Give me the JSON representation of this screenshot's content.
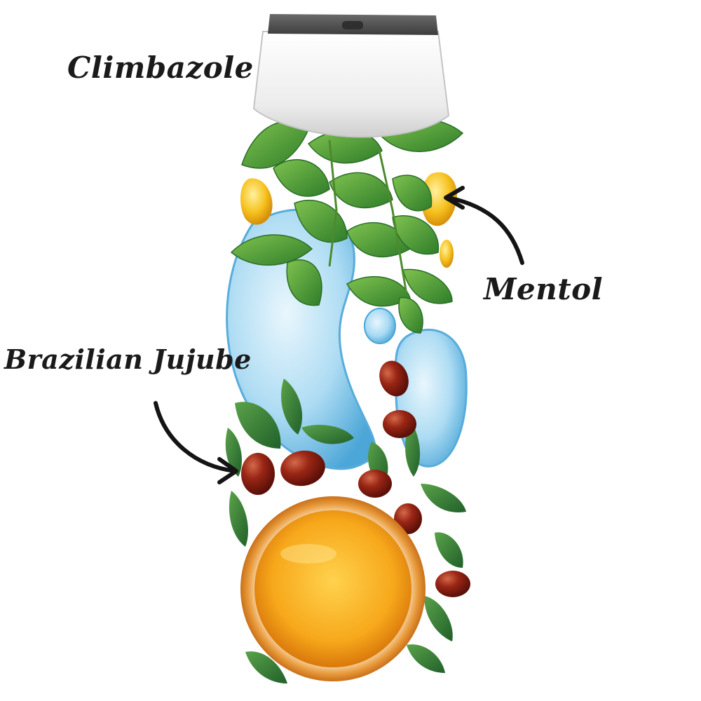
{
  "labels": {
    "climbazole": "Climbazole",
    "mentol": "Mentol",
    "jujube": "Brazilian Jujube"
  },
  "colors": {
    "mint": "#3f9a3a",
    "mint_dark": "#2a6e28",
    "water": "#9fd4f0",
    "jujube": "#8a1e12",
    "honey": "#f4a316",
    "cap": "#e8e8e8",
    "cap_top": "#5a5a5a"
  }
}
